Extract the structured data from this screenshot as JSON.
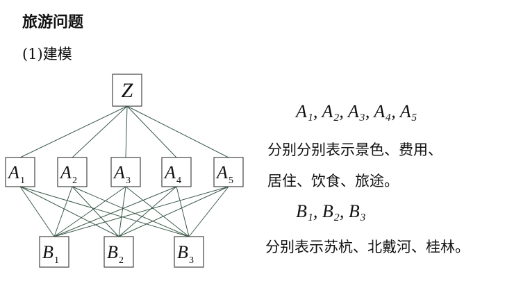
{
  "heading": {
    "title": "旅游问题",
    "subtitle": "(1)建模"
  },
  "hierarchy": {
    "goal": {
      "letter": "Z",
      "sub": ""
    },
    "criteria": [
      {
        "letter": "A",
        "sub": "1"
      },
      {
        "letter": "A",
        "sub": "2"
      },
      {
        "letter": "A",
        "sub": "3"
      },
      {
        "letter": "A",
        "sub": "4"
      },
      {
        "letter": "A",
        "sub": "5"
      }
    ],
    "alternatives": [
      {
        "letter": "B",
        "sub": "1"
      },
      {
        "letter": "B",
        "sub": "2"
      },
      {
        "letter": "B",
        "sub": "3"
      }
    ]
  },
  "notes": {
    "criteria_symbols": "A₁, A₂, A₃, A₄, A₅",
    "criteria_desc_line1": "分别分别表示景色、费用、",
    "criteria_desc_line2": "居住、饮食、旅途。",
    "alternatives_symbols": "B₁, B₂, B₃",
    "alternatives_desc": "分别表示苏杭、北戴河、桂林。"
  }
}
